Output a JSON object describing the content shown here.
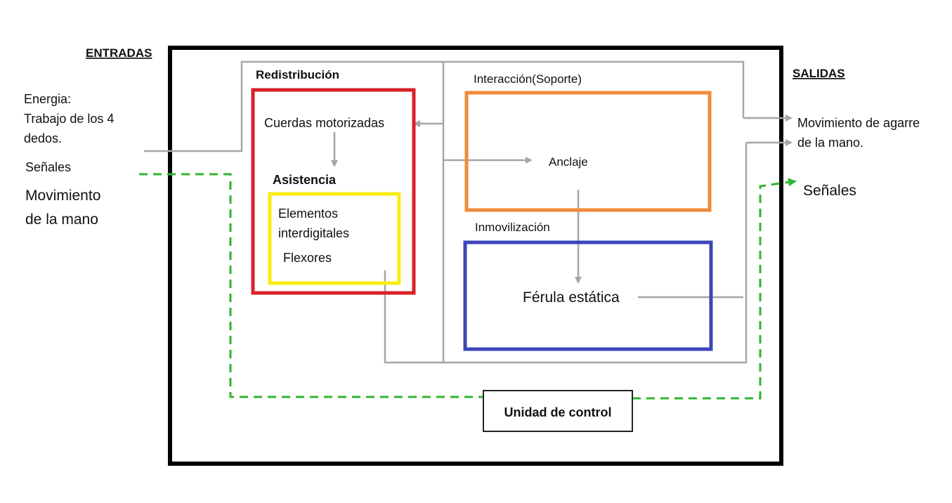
{
  "inputs": {
    "heading": "ENTRADAS",
    "energy_line1": "Energia:",
    "energy_line2": "Trabajo de los 4",
    "energy_line3": "dedos.",
    "signals": "Señales",
    "movement_line1": "Movimiento",
    "movement_line2": "de la mano"
  },
  "outputs": {
    "heading": "SALIDAS",
    "movement_line1": "Movimiento de agarre",
    "movement_line2": "de la mano.",
    "signals": "Señales"
  },
  "redistribution": {
    "title": "Redistribución",
    "motorized": "Cuerdas motorizadas",
    "assist_title": "Asistencia",
    "elements_line1": "Elementos",
    "elements_line2": "interdigitales",
    "flexors": "Flexores"
  },
  "interaction": {
    "title": "Interacción(Soporte)",
    "anchor": "Anclaje"
  },
  "immobilization": {
    "title": "Inmovilización",
    "splint": "Férula estática"
  },
  "control_unit": "Unidad de control",
  "colors": {
    "redistribution_box": "#d9202a",
    "assist_box": "#f7ec13",
    "interaction_box": "#ef8a3a",
    "immobilization_box": "#3b45b8",
    "flow_line": "#a6a6a6",
    "signal_line": "#2fb52f",
    "frame": "#000000"
  }
}
